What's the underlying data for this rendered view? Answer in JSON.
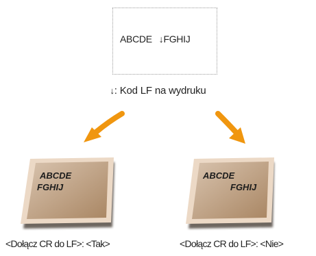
{
  "source": {
    "text_before": "ABCDE",
    "lf_symbol": "↓",
    "text_after": "FGHIJ"
  },
  "legend": {
    "symbol": "↓",
    "text": ": Kod LF na wydruku"
  },
  "outputs": [
    {
      "line1": "ABCDE",
      "line2": "FGHIJ",
      "caption": "<Dołącz CR do LF>: <Tak>"
    },
    {
      "line1": "ABCDE",
      "line2": "FGHIJ",
      "caption": "<Dołącz CR do LF>: <Nie>"
    }
  ],
  "colors": {
    "arrow": "#f0960f",
    "paper_edge": "#ecd9c6",
    "paper_face_light": "#d8c3ae",
    "paper_face_dark": "#a98663",
    "paper_shadow": "#4a4039",
    "dotted_border": "#9a9a9a"
  }
}
